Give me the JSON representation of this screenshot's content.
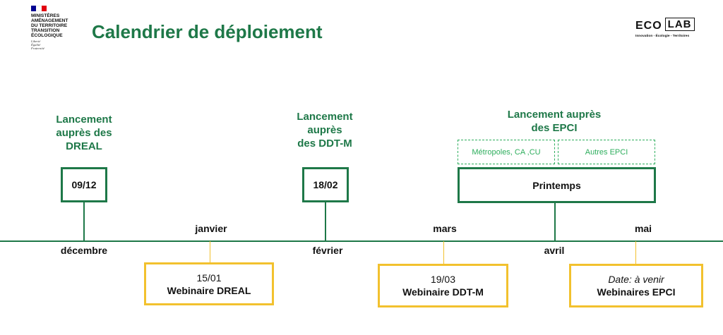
{
  "header": {
    "ministry_lines": [
      "MINISTÈRES",
      "AMÉNAGEMENT",
      "DU TERRITOIRE",
      "TRANSITION",
      "ÉCOLOGIQUE"
    ],
    "motto_lines": [
      "Liberté",
      "Égalité",
      "Fraternité"
    ],
    "title": "Calendrier de déploiement",
    "ecolab": {
      "eco": "ECO",
      "lab": "LAB",
      "tagline": "Innovation - Écologie - Territoires"
    }
  },
  "colors": {
    "green": "#1e7848",
    "light_green": "#2eae5d",
    "yellow": "#f2c12e"
  },
  "launches": [
    {
      "lines": [
        "Lancement",
        "auprès des",
        "DREAL"
      ],
      "date": "09/12"
    },
    {
      "lines": [
        "Lancement",
        "auprès",
        "des DDT-M"
      ],
      "date": "18/02"
    },
    {
      "lines": [
        "Lancement auprès",
        "des EPCI"
      ],
      "date": "Printemps",
      "sub": [
        "Métropoles, CA ,CU",
        "Autres EPCI"
      ]
    }
  ],
  "months": {
    "above": [
      "janvier",
      "mars",
      "mai"
    ],
    "below": [
      "décembre",
      "février",
      "avril"
    ]
  },
  "webinars": [
    {
      "line1": "15/01",
      "line2": "Webinaire DREAL"
    },
    {
      "line1": "19/03",
      "line2": "Webinaire DDT-M"
    },
    {
      "line1": "Date: à venir",
      "line2": "Webinaires EPCI"
    }
  ]
}
